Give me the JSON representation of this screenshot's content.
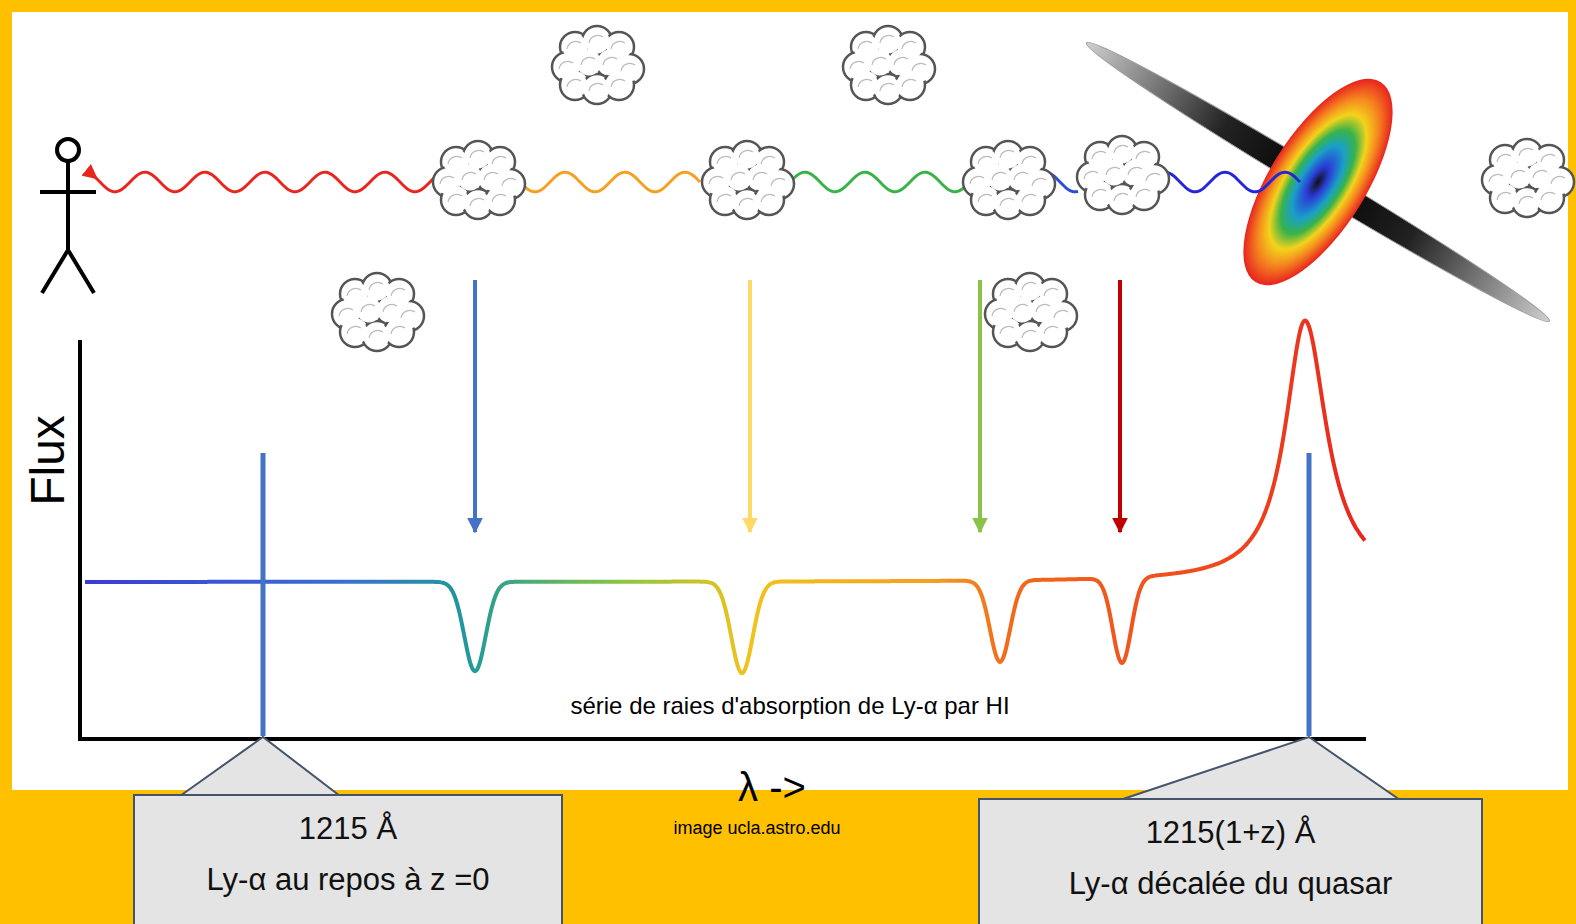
{
  "diagram": {
    "nodes": [
      {
        "text": [
          "1215 Å",
          "Ly-α au repos à z =0"
        ]
      },
      {
        "text": [
          "1215(1+z) Å",
          "Ly-α décalée du quasar"
        ]
      }
    ],
    "labels": [
      "Flux",
      "série de raies d'absorption de Ly-α par HI",
      "λ ->",
      "image ucla.astro.edu"
    ]
  }
}
